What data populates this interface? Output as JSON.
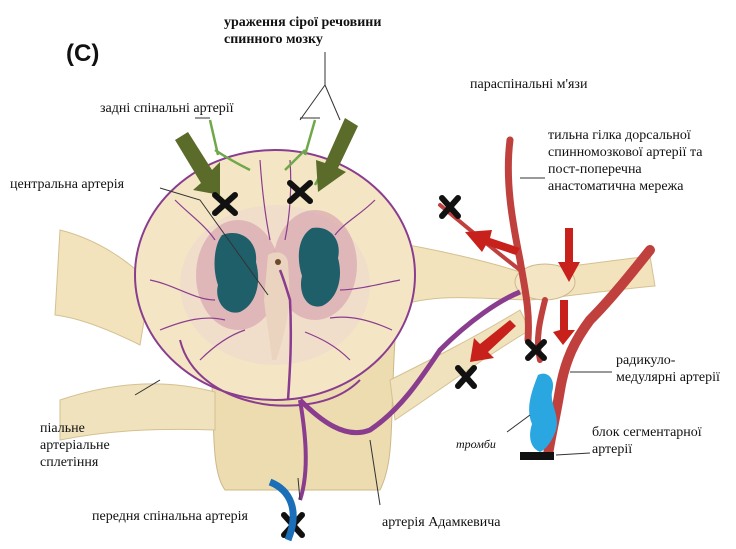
{
  "panel_label": "(C)",
  "labels": {
    "gray_matter_lesion": "ураження сірої речовини спинного мозку",
    "paraspinal_muscles": "параспінальні м'язи",
    "posterior_spinal_arteries": "задні спінальні артерії",
    "dorsal_branch": "тильна гілка дорсальної спинномозкової артерії та пост-поперечна анастоматична мережа",
    "central_artery": "центральна артерія",
    "radiculomedullary": "радикуло-медулярні артерії",
    "pial_plexus": "піальне артеріальне сплетіння",
    "thrombi": "тромби",
    "segmental_block": "блок сегментарної артерії",
    "anterior_spinal_artery": "передня спінальна артерія",
    "adamkiewicz": "артерія Адамкевича"
  },
  "colors": {
    "tissue": "#f4e6c4",
    "tissue_edge": "#cdb88a",
    "artery_purple": "#8a3d8f",
    "artery_red": "#c0403e",
    "ischemia": "#1f5f6a",
    "lesion_halo": "#d8a7b0",
    "arrow_green": "#5b6b2a",
    "arrow_red": "#c8201b",
    "thrombus_blue": "#2aa6e0",
    "marker_black": "#111111"
  }
}
